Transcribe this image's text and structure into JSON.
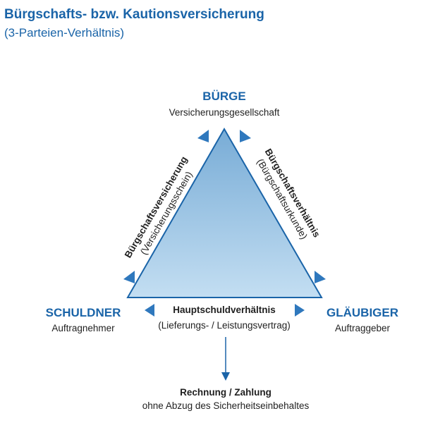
{
  "title": "Bürgschafts- bzw. Kautionsversicherung",
  "subtitle": "(3-Parteien-Verhältnis)",
  "parties": {
    "top": {
      "name": "BÜRGE",
      "role": "Versicherungsgesellschaft"
    },
    "left": {
      "name": "SCHULDNER",
      "role": "Auftragnehmer"
    },
    "right": {
      "name": "GLÄUBIGER",
      "role": "Auftraggeber"
    }
  },
  "relations": {
    "left_side": {
      "label": "Bürgschaftsversicherung",
      "detail": "(Versicherungsschein)"
    },
    "right_side": {
      "label": "Bürgschaftsverhältnis",
      "detail": "(Bürgschaftsurkunde)"
    },
    "bottom": {
      "label": "Hauptschuldverhältnis",
      "detail": "(Lieferungs- / Leistungsvertrag)"
    }
  },
  "outcome": {
    "label": "Rechnung / Zahlung",
    "detail": "ohne Abzug des Sicherheitseinbehaltes"
  },
  "colors": {
    "accent": "#1a64a8",
    "triangle_top": "#7fb0d8",
    "triangle_bottom": "#bcd9f0",
    "arrow": "#2f78bd",
    "text": "#1f1f1f"
  }
}
